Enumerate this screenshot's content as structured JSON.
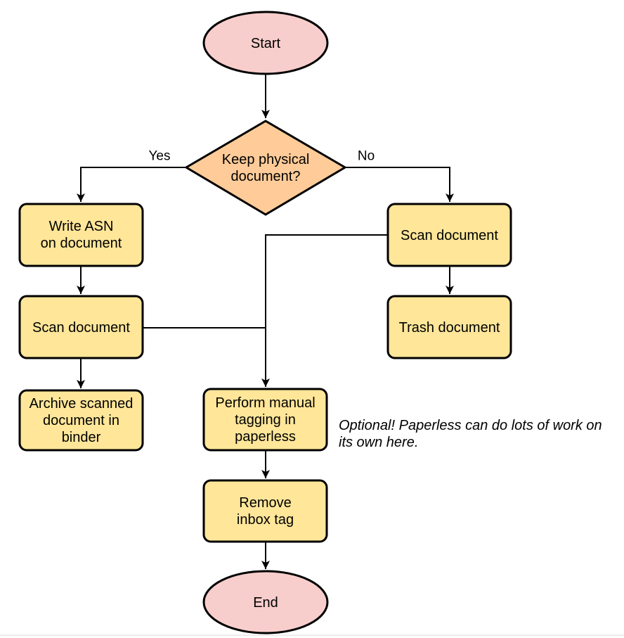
{
  "colors": {
    "background": "#ffffff",
    "terminal_fill": "#f8cecc",
    "decision_fill": "#ffcc99",
    "process_fill": "#ffe699",
    "stroke": "#000000"
  },
  "nodes": {
    "start": {
      "label": "Start"
    },
    "decision": {
      "lines": [
        "Keep physical",
        "document?"
      ]
    },
    "write_asn": {
      "lines": [
        "Write ASN",
        "on document"
      ]
    },
    "scan_left": {
      "label": "Scan document"
    },
    "archive": {
      "lines": [
        "Archive scanned",
        "document in",
        "binder"
      ]
    },
    "scan_right": {
      "label": "Scan document"
    },
    "trash": {
      "label": "Trash document"
    },
    "tagging": {
      "lines": [
        "Perform manual",
        "tagging in",
        "paperless"
      ]
    },
    "remove_inbox": {
      "lines": [
        "Remove",
        "inbox tag"
      ]
    },
    "end": {
      "label": "End"
    }
  },
  "edge_labels": {
    "yes": "Yes",
    "no": "No"
  },
  "annotation": {
    "lines": [
      "Optional! Paperless can do lots of work on",
      "its own here."
    ]
  }
}
